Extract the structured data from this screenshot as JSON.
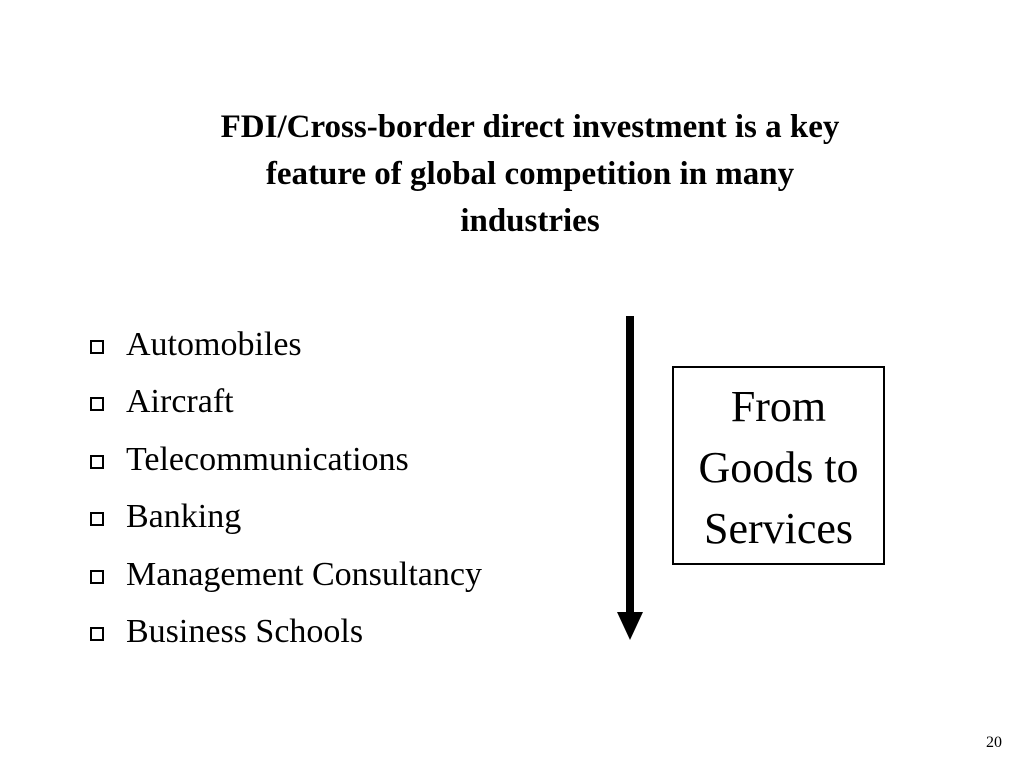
{
  "slide": {
    "title_lines": [
      "FDI/Cross-border direct investment is a key",
      "feature of global competition in many",
      "industries"
    ],
    "bullets": [
      "Automobiles",
      "Aircraft",
      "Telecommunications",
      "Banking",
      "Management Consultancy",
      "Business Schools"
    ],
    "bullet_icon": "hollow-square-icon",
    "arrow_icon": "down-arrow-icon",
    "callout_lines": [
      "From",
      "Goods to",
      "Services"
    ],
    "page_number": "20"
  }
}
